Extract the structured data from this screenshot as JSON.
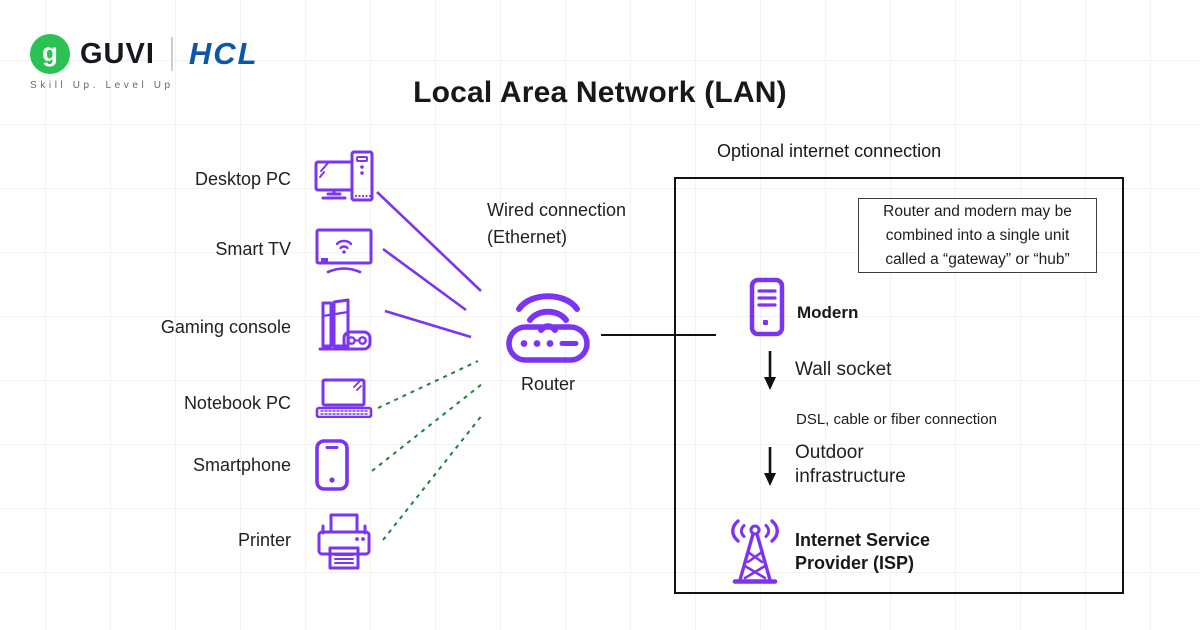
{
  "brand": {
    "guvi_label": "GUVI",
    "guvi_glyph": "g",
    "hcl_label": "HCL",
    "tagline": "Skill Up. Level Up",
    "guvi_green": "#2bc155",
    "hcl_blue": "#0d57a8"
  },
  "title": "Local Area Network (LAN)",
  "colors": {
    "accent_purple": "#7b34f2",
    "wireless_green": "#1e8040",
    "text_dark": "#1c1c1c",
    "grid_line": "#f2f2f4",
    "box_border": "#121212"
  },
  "devices": [
    {
      "label": "Desktop PC",
      "icon": "desktop-pc-icon",
      "connection": "wired"
    },
    {
      "label": "Smart TV",
      "icon": "smart-tv-icon",
      "connection": "wired"
    },
    {
      "label": "Gaming console",
      "icon": "gaming-console-icon",
      "connection": "wired"
    },
    {
      "label": "Notebook PC",
      "icon": "notebook-pc-icon",
      "connection": "wireless"
    },
    {
      "label": "Smartphone",
      "icon": "smartphone-icon",
      "connection": "wireless"
    },
    {
      "label": "Printer",
      "icon": "printer-icon",
      "connection": "wireless"
    }
  ],
  "center": {
    "wired_line1": "Wired connection",
    "wired_line2": "(Ethernet)",
    "router_label": "Router"
  },
  "internet_section": {
    "heading": "Optional internet connection",
    "note_line1": "Router and modern may be",
    "note_line2": "combined into a single unit",
    "note_line3": "called a “gateway” or “hub”",
    "modem_label": "Modern",
    "wall_socket_label": "Wall socket",
    "dsl_label": "DSL, cable or fiber connection",
    "outdoor_line1": "Outdoor",
    "outdoor_line2": "infrastructure",
    "isp_line1": "Internet Service",
    "isp_line2": "Provider (ISP)"
  }
}
